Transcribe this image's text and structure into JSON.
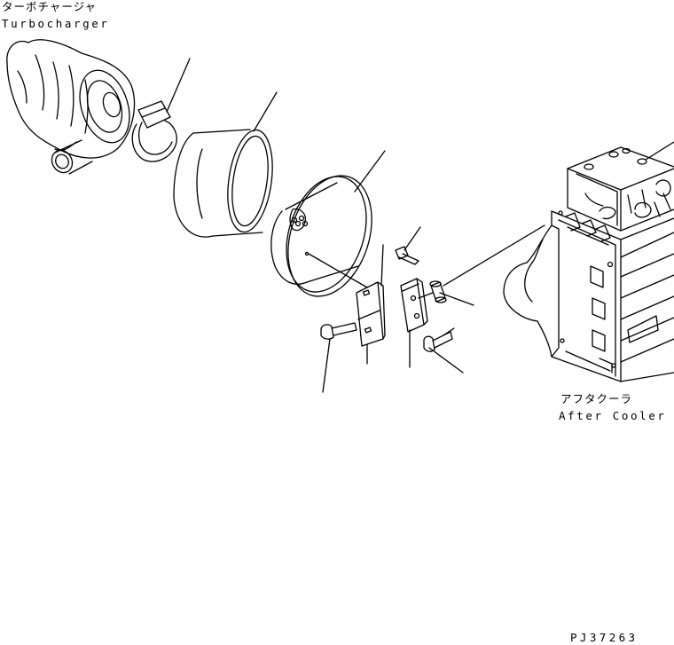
{
  "labels": {
    "turbocharger_jp": "ターボチャージャ",
    "turbocharger_en": "Turbocharger",
    "after_cooler_jp": "アフタクーラ",
    "after_cooler_en": "After Cooler",
    "drawing_code": "PJ37263"
  }
}
